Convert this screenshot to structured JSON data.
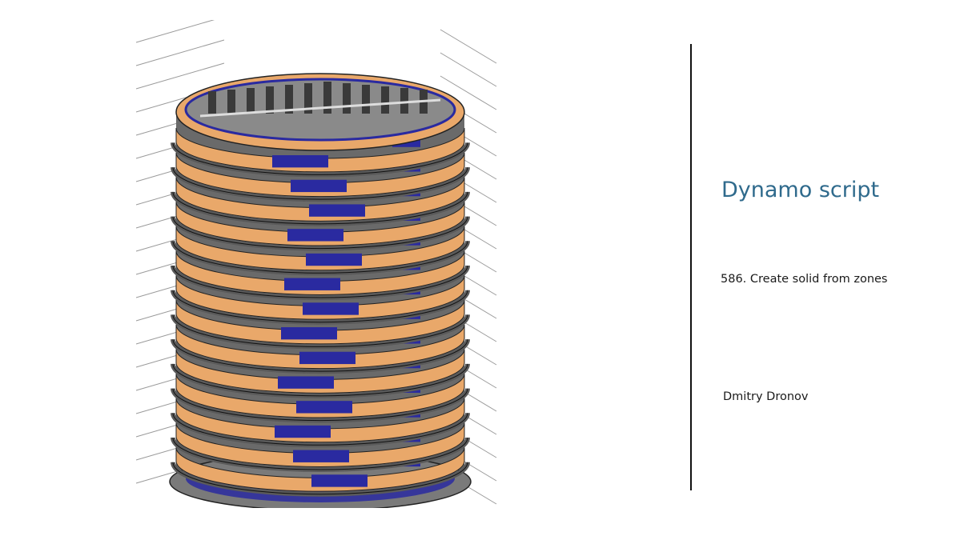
{
  "slide": {
    "title": "Dynamo script",
    "subtitle": "586. Create solid from zones",
    "author": "Dmitry Dronov"
  },
  "illustration": {
    "subject": "building-3d-model",
    "colors": {
      "facade": "#e9a86a",
      "slab": "#5a5a5a",
      "glazing": "#2a2aa0",
      "interior": "#8a8a8a",
      "gridline": "#9a9a9a"
    },
    "floor_count": 14
  }
}
